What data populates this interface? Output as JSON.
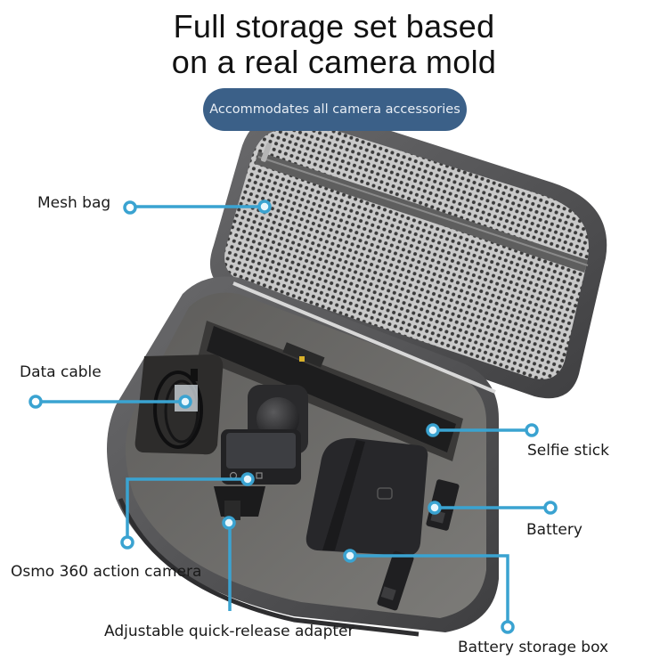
{
  "header": {
    "title_line1": "Full storage set based",
    "title_line2": "on a real camera mold",
    "badge": "Accommodates all camera accessories"
  },
  "colors": {
    "badge_bg": "#3b6088",
    "callout_line": "#3aa3d1",
    "case_shell": "#5a5a5c",
    "foam": "#6e6d6b",
    "mesh": "#bdbdbd"
  },
  "callouts": [
    {
      "id": "mesh-bag",
      "label": "Mesh bag",
      "icon": "callout-dot-icon"
    },
    {
      "id": "data-cable",
      "label": "Data cable",
      "icon": "callout-dot-icon"
    },
    {
      "id": "osmo-camera",
      "label": "Osmo 360 action camera",
      "icon": "callout-dot-icon"
    },
    {
      "id": "adapter",
      "label": "Adjustable quick-release adapter",
      "icon": "callout-dot-icon"
    },
    {
      "id": "selfie-stick",
      "label": "Selfie stick",
      "icon": "callout-dot-icon"
    },
    {
      "id": "battery",
      "label": "Battery",
      "icon": "callout-dot-icon"
    },
    {
      "id": "battery-box",
      "label": "Battery storage box",
      "icon": "callout-dot-icon"
    }
  ]
}
